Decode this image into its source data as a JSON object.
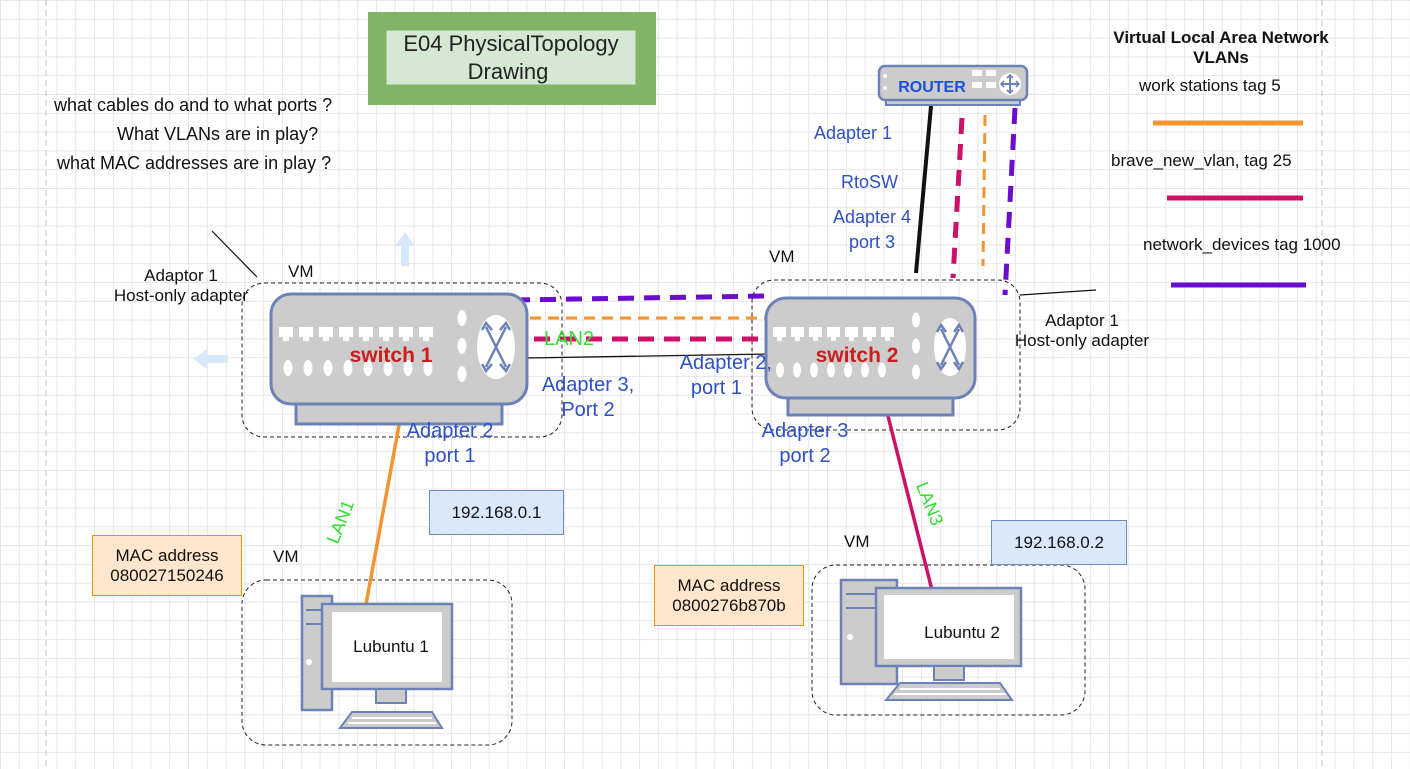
{
  "title": [
    "E04 PhysicalTopology",
    "Drawing"
  ],
  "questions": [
    "what cables do and to what ports ?",
    "What VLANs are in play?",
    "what MAC addresses are in play ?"
  ],
  "legend": {
    "heading": [
      "Virtual  Local Area Network",
      "VLANs"
    ],
    "items": [
      {
        "label": "work stations tag 5",
        "color": "#f29531"
      },
      {
        "label": "brave_new_vlan, tag 25",
        "color": "#cc1166"
      },
      {
        "label": "network_devices tag 1000",
        "color": "#6a0dcc"
      }
    ]
  },
  "router": {
    "label": "ROUTER"
  },
  "switches": {
    "s1": "switch 1",
    "s2": "switch 2"
  },
  "vm_label": "VM",
  "adaptor_host": [
    "Adaptor 1",
    "Host-only adapter"
  ],
  "ports": {
    "router_adapter1": "Adapter 1",
    "rtosw": "RtoSW",
    "adapter4_port3": [
      "Adapter 4",
      "port 3"
    ],
    "sw1_adapter3": [
      "Adapter 3,",
      "Port 2"
    ],
    "sw1_adapter2": [
      "Adapter 2",
      "port 1"
    ],
    "sw2_adapter2": [
      "Adapter 2,",
      "port 1"
    ],
    "sw2_adapter3": [
      "Adapter 3",
      "port 2"
    ]
  },
  "links": {
    "lan1": "LAN1",
    "lan2": "LAN2",
    "lan3": "LAN3"
  },
  "ip1": "192.168.0.1",
  "ip2": "192.168.0.2",
  "mac1": [
    "MAC address",
    "080027150246"
  ],
  "mac2": [
    "MAC address",
    "0800276b870b"
  ],
  "pc1": "Lubuntu 1",
  "pc2": "Lubuntu 2",
  "colors": {
    "title_bg": "#82b366",
    "title_inner": "#d5e8d4",
    "ip_bg": "#dae8fc",
    "ip_border": "#6c8ebf",
    "mac_bg": "#ffe6cc",
    "mac_border": "#d79b00",
    "device": "#6c81b7",
    "device_fill": "#cccccc",
    "switch_text": "#cc1d1d",
    "lan_text": "#33dd33"
  }
}
